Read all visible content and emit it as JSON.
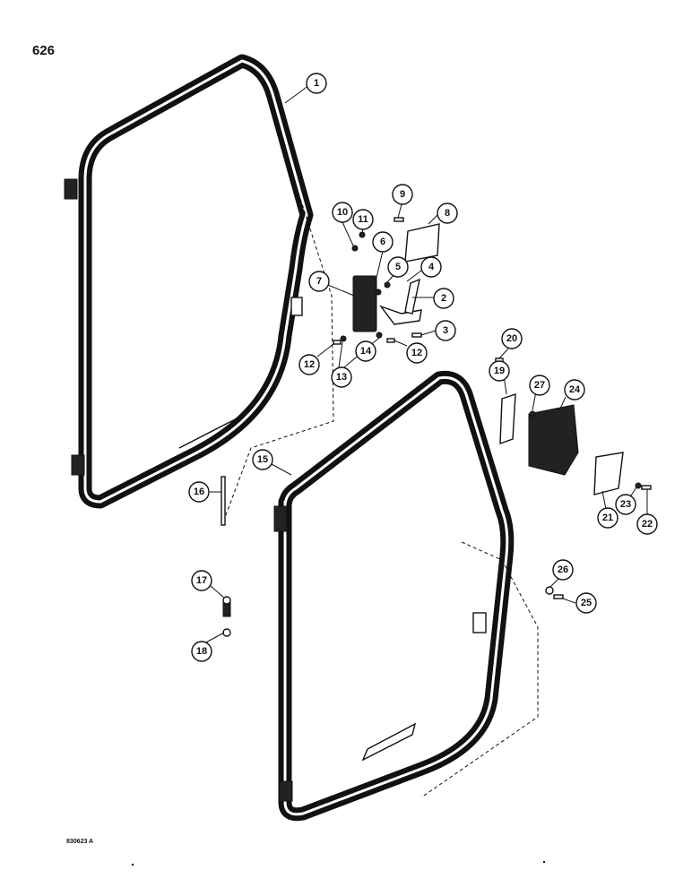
{
  "page_number": "626",
  "figure_code": "830623 A",
  "callouts": [
    {
      "label": "1"
    },
    {
      "label": "2"
    },
    {
      "label": "3"
    },
    {
      "label": "4"
    },
    {
      "label": "5"
    },
    {
      "label": "6"
    },
    {
      "label": "7"
    },
    {
      "label": "8"
    },
    {
      "label": "9"
    },
    {
      "label": "10"
    },
    {
      "label": "11"
    },
    {
      "label": "12"
    },
    {
      "label": "12"
    },
    {
      "label": "13"
    },
    {
      "label": "14"
    },
    {
      "label": "15"
    },
    {
      "label": "16"
    },
    {
      "label": "17"
    },
    {
      "label": "18"
    },
    {
      "label": "19"
    },
    {
      "label": "20"
    },
    {
      "label": "21"
    },
    {
      "label": "22"
    },
    {
      "label": "23"
    },
    {
      "label": "24"
    },
    {
      "label": "25"
    },
    {
      "label": "26"
    },
    {
      "label": "27"
    }
  ]
}
